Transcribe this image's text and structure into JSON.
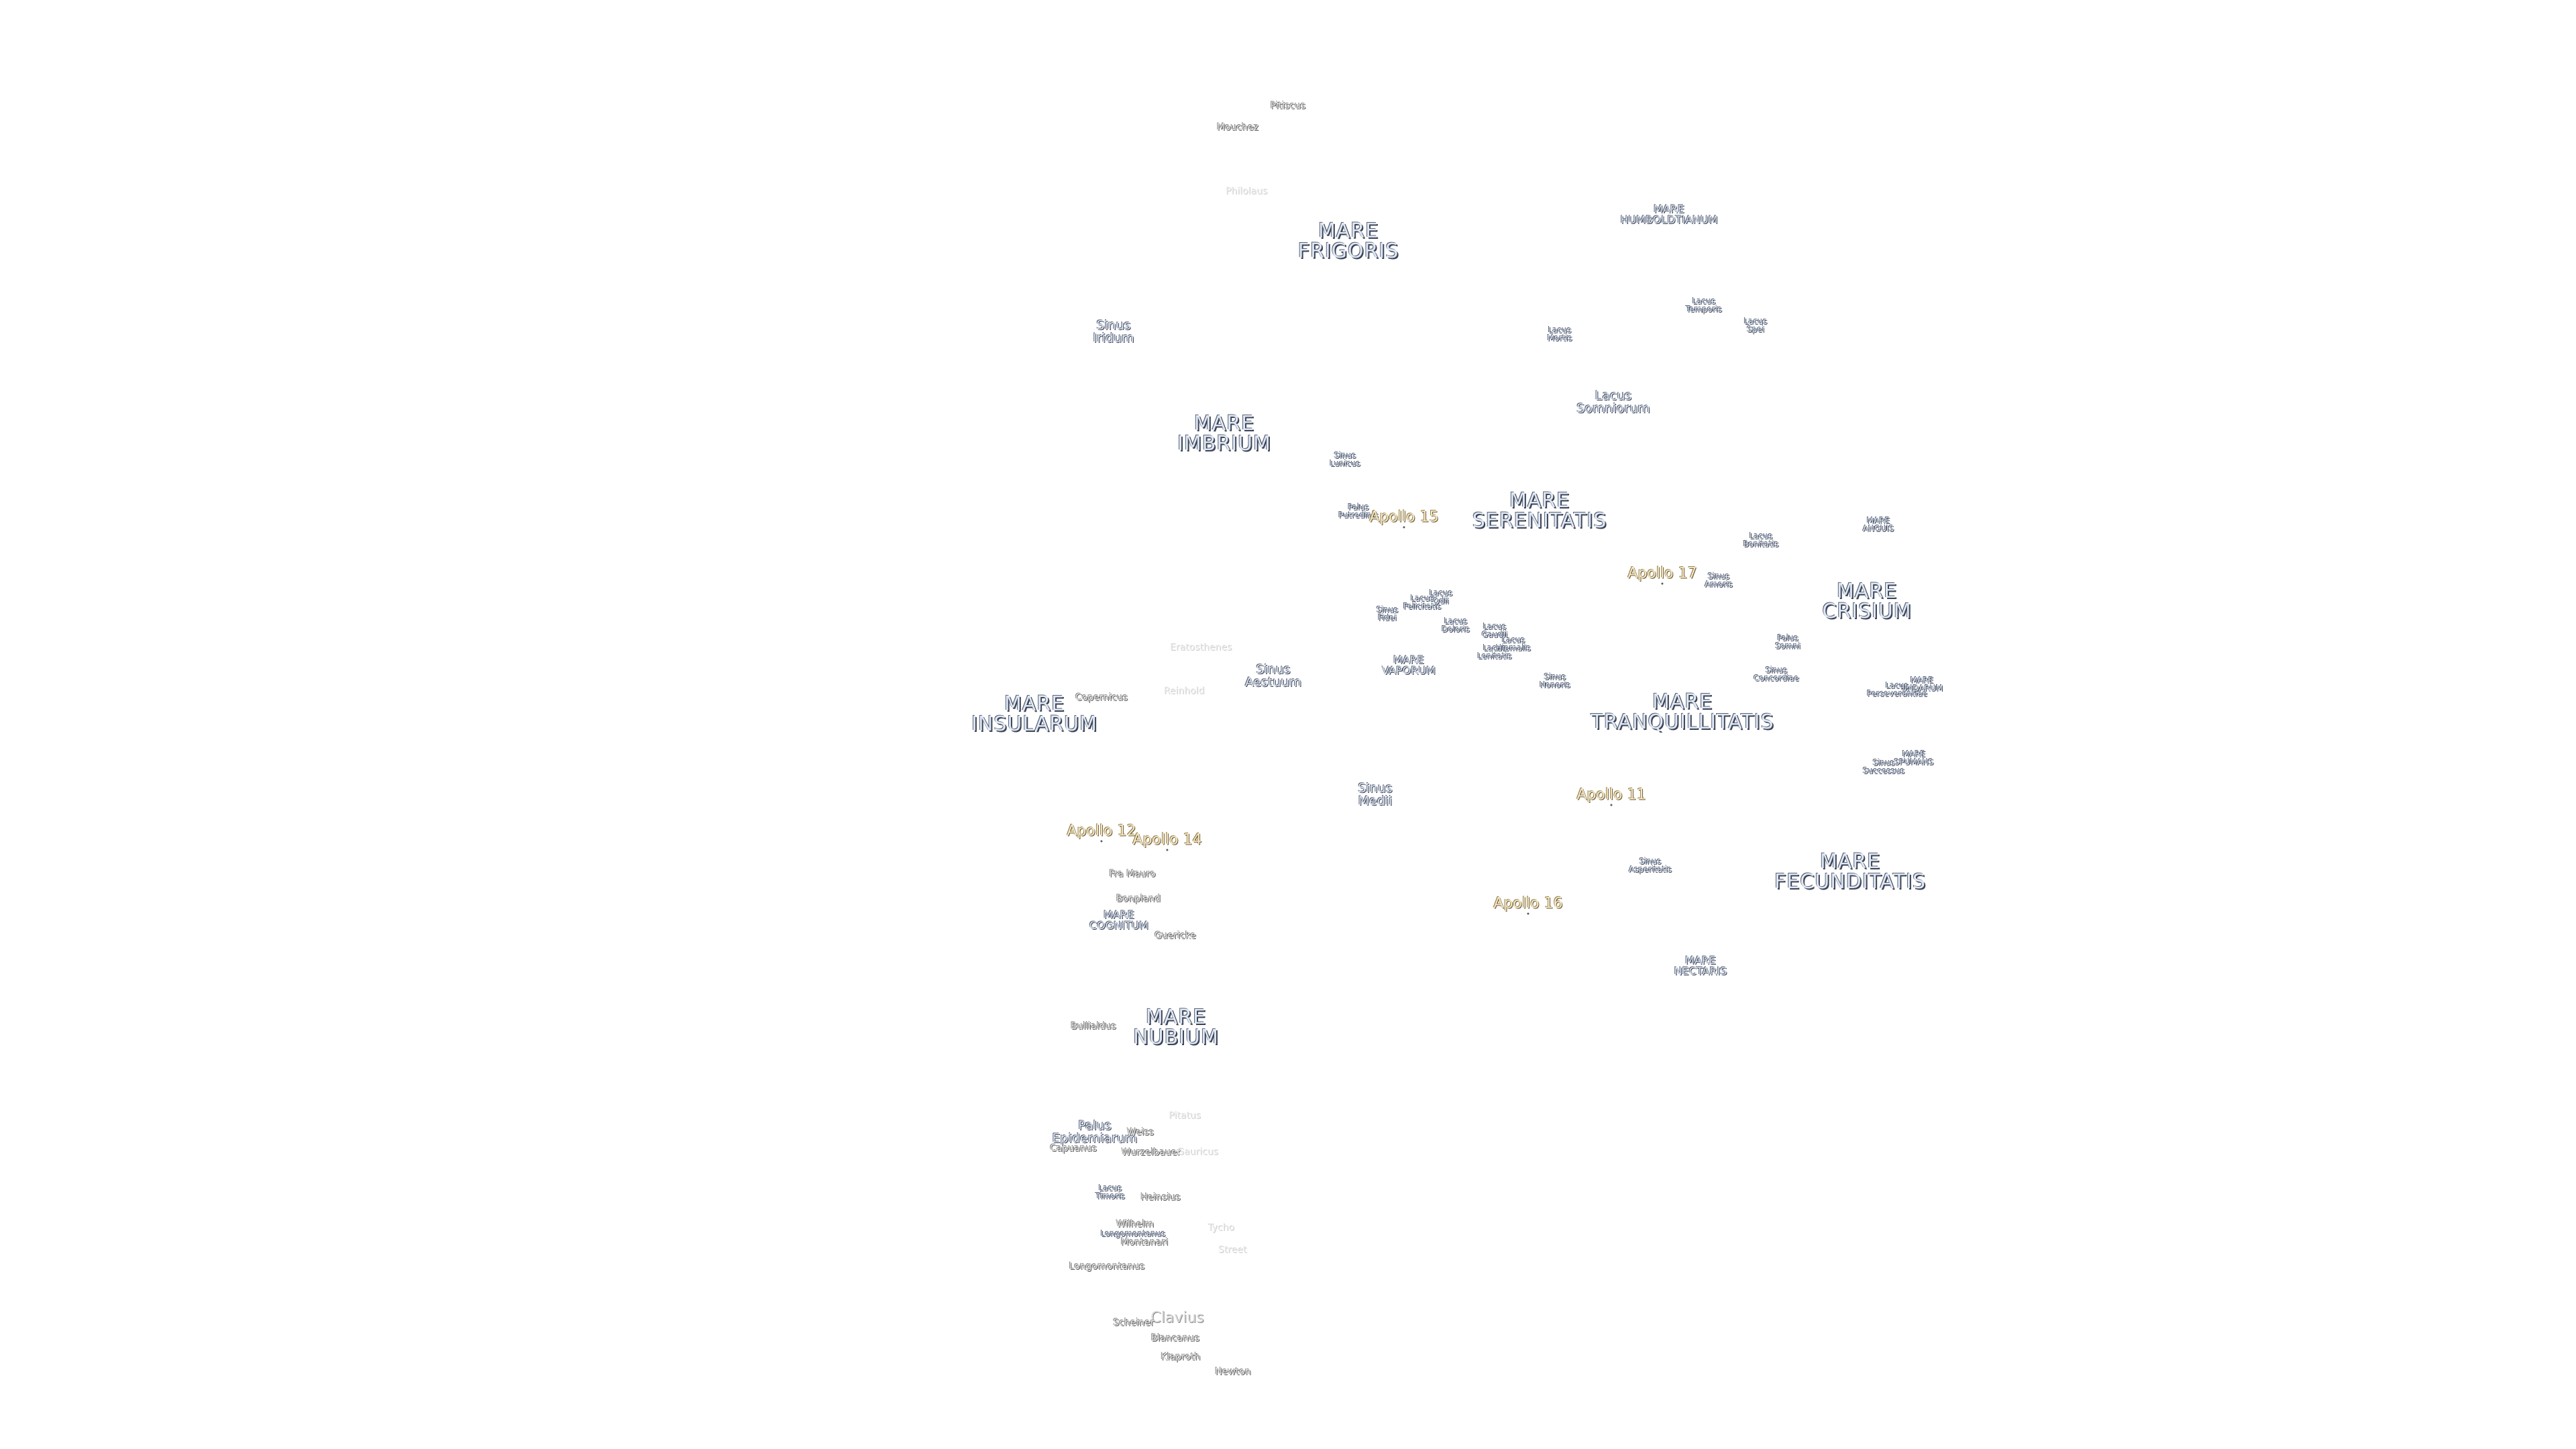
{
  "map": {
    "labels": [
      {
        "id": "mare-frigoris",
        "text": "MARE\nFRIGORIS",
        "kind": "mare"
      },
      {
        "id": "mare-humboldtianum",
        "text": "MARE\nHUMBOLDTIANUM",
        "kind": "mare-s"
      },
      {
        "id": "mare-imbrium",
        "text": "MARE\nIMBRIUM",
        "kind": "mare"
      },
      {
        "id": "mare-serenitatis",
        "text": "MARE\nSERENITATIS",
        "kind": "mare"
      },
      {
        "id": "mare-crisium",
        "text": "MARE\nCRISIUM",
        "kind": "mare"
      },
      {
        "id": "mare-anguis",
        "text": "MARE\nANGUIS",
        "kind": "tiny"
      },
      {
        "id": "mare-vaporum",
        "text": "MARE\nVAPORUM",
        "kind": "mare-s"
      },
      {
        "id": "mare-tranquillitatis",
        "text": "MARE\nTRANQUILLITATIS",
        "kind": "mare"
      },
      {
        "id": "mare-undarum",
        "text": "MARE\nUNDARUM",
        "kind": "tiny"
      },
      {
        "id": "mare-spumans",
        "text": "MARE\nSPUMANS",
        "kind": "tiny"
      },
      {
        "id": "mare-insularum",
        "text": "MARE\nINSULARUM",
        "kind": "mare"
      },
      {
        "id": "mare-fecunditatis",
        "text": "MARE\nFECUNDITATIS",
        "kind": "mare"
      },
      {
        "id": "mare-cognitum",
        "text": "MARE\nCOGNITUM",
        "kind": "mare-s"
      },
      {
        "id": "mare-nectaris",
        "text": "MARE\nNECTARIS",
        "kind": "mare-s"
      },
      {
        "id": "mare-nubium",
        "text": "MARE\nNUBIUM",
        "kind": "mare"
      },
      {
        "id": "sinus-iridum",
        "text": "Sinus\nIridum",
        "kind": "minor"
      },
      {
        "id": "lacus-mortis",
        "text": "Lacus\nMortis",
        "kind": "tiny"
      },
      {
        "id": "lacus-temporis",
        "text": "Lacus\nTemporis",
        "kind": "tiny"
      },
      {
        "id": "lacus-spei",
        "text": "Lacus\nSpei",
        "kind": "tiny"
      },
      {
        "id": "lacus-somniorum",
        "text": "Lacus\nSomniorum",
        "kind": "minor"
      },
      {
        "id": "sinus-lunicus",
        "text": "Sinus\nLunicus",
        "kind": "tiny"
      },
      {
        "id": "palus-putredinis",
        "text": "Palus\nPutredinis",
        "kind": "tiny"
      },
      {
        "id": "lacus-bonitatis",
        "text": "Lacus\nBonitatis",
        "kind": "tiny"
      },
      {
        "id": "sinus-amoris",
        "text": "Sinus\nAmoris",
        "kind": "tiny"
      },
      {
        "id": "lacus-felicitatis",
        "text": "Lacus\nFelicitatis",
        "kind": "tiny"
      },
      {
        "id": "lacus-odii",
        "text": "Lacus\nOdii",
        "kind": "tiny"
      },
      {
        "id": "sinus-fidei",
        "text": "Sinus\nFidei",
        "kind": "tiny"
      },
      {
        "id": "lacus-doloris",
        "text": "Lacus\nDoloris",
        "kind": "tiny"
      },
      {
        "id": "lacus-gaudii",
        "text": "Lacus\nGaudii",
        "kind": "tiny"
      },
      {
        "id": "lacus-lenitatis",
        "text": "Lacus\nLenitatis",
        "kind": "tiny"
      },
      {
        "id": "lacus-hiemalis",
        "text": "Lacus\nHiemalis",
        "kind": "tiny"
      },
      {
        "id": "palus-somni",
        "text": "Palus\nSomni",
        "kind": "tiny"
      },
      {
        "id": "sinus-aestuum",
        "text": "Sinus\nAestuum",
        "kind": "minor"
      },
      {
        "id": "sinus-honoris",
        "text": "Sinus\nHonoris",
        "kind": "tiny"
      },
      {
        "id": "sinus-concordiae",
        "text": "Sinus\nConcordiae",
        "kind": "tiny"
      },
      {
        "id": "lacus-perseverantiae",
        "text": "Lacus\nPerseverantiae",
        "kind": "tiny"
      },
      {
        "id": "sinus-successus",
        "text": "Sinus\nSuccessus",
        "kind": "tiny"
      },
      {
        "id": "sinus-medii",
        "text": "Sinus\nMedii",
        "kind": "minor"
      },
      {
        "id": "sinus-asperitatis",
        "text": "Sinus\nAsperitatis",
        "kind": "tiny"
      },
      {
        "id": "palus-epidemiarum",
        "text": "Palus\nEpidemiarum",
        "kind": "minor"
      },
      {
        "id": "lacus-timoris",
        "text": "Lacus\nTimoris",
        "kind": "tiny"
      },
      {
        "id": "crater-pitiscus-n",
        "text": "Pitiscus",
        "kind": "crater"
      },
      {
        "id": "crater-mouchez",
        "text": "Mouchez",
        "kind": "crater"
      },
      {
        "id": "crater-philolaus",
        "text": "Philolaus",
        "kind": "faint"
      },
      {
        "id": "crater-eratosthenes",
        "text": "Eratosthenes",
        "kind": "faint"
      },
      {
        "id": "crater-copernicus",
        "text": "Copernicus",
        "kind": "crater"
      },
      {
        "id": "crater-reinhold",
        "text": "Reinhold",
        "kind": "faint"
      },
      {
        "id": "crater-fra-mauro",
        "text": "Fra Mauro",
        "kind": "crater"
      },
      {
        "id": "crater-bonpland",
        "text": "Bonpland",
        "kind": "crater"
      },
      {
        "id": "crater-guericke",
        "text": "Guericke",
        "kind": "crater"
      },
      {
        "id": "crater-bullialdus",
        "text": "Bullialdus",
        "kind": "crater"
      },
      {
        "id": "crater-pitatus",
        "text": "Pitatus",
        "kind": "faint"
      },
      {
        "id": "crater-weiss",
        "text": "Weiss",
        "kind": "crater"
      },
      {
        "id": "crater-capuanus",
        "text": "Capuanus",
        "kind": "crater"
      },
      {
        "id": "crater-wurzelbauer",
        "text": "Wurzelbauer",
        "kind": "crater"
      },
      {
        "id": "crater-gauricus",
        "text": "Gauricus",
        "kind": "faint"
      },
      {
        "id": "crater-heinsius",
        "text": "Heinsius",
        "kind": "crater"
      },
      {
        "id": "crater-wilhelm",
        "text": "Wilhelm",
        "kind": "crater"
      },
      {
        "id": "crater-longomontanus-small",
        "text": "Longomontanus",
        "kind": "tiny"
      },
      {
        "id": "crater-montanari",
        "text": "Montanari",
        "kind": "crater"
      },
      {
        "id": "crater-tycho",
        "text": "Tycho",
        "kind": "faint"
      },
      {
        "id": "crater-street",
        "text": "Street",
        "kind": "faint"
      },
      {
        "id": "crater-longomontanus",
        "text": "Longomontanus",
        "kind": "crater"
      },
      {
        "id": "crater-clavius",
        "text": "Clavius",
        "kind": "crater-l"
      },
      {
        "id": "crater-scheiner",
        "text": "Scheiner",
        "kind": "crater"
      },
      {
        "id": "crater-blancanus",
        "text": "Blancanus",
        "kind": "crater"
      },
      {
        "id": "crater-klaproth",
        "text": "Klaproth",
        "kind": "crater"
      },
      {
        "id": "crater-newton",
        "text": "Newton",
        "kind": "crater"
      },
      {
        "id": "apollo-15",
        "text": "Apollo 15",
        "kind": "apollo"
      },
      {
        "id": "apollo-17",
        "text": "Apollo 17",
        "kind": "apollo"
      },
      {
        "id": "apollo-11",
        "text": "Apollo 11",
        "kind": "apollo"
      },
      {
        "id": "apollo-12",
        "text": "Apollo 12",
        "kind": "apollo"
      },
      {
        "id": "apollo-14",
        "text": "Apollo 14",
        "kind": "apollo"
      },
      {
        "id": "apollo-16",
        "text": "Apollo 16",
        "kind": "apollo"
      }
    ]
  }
}
